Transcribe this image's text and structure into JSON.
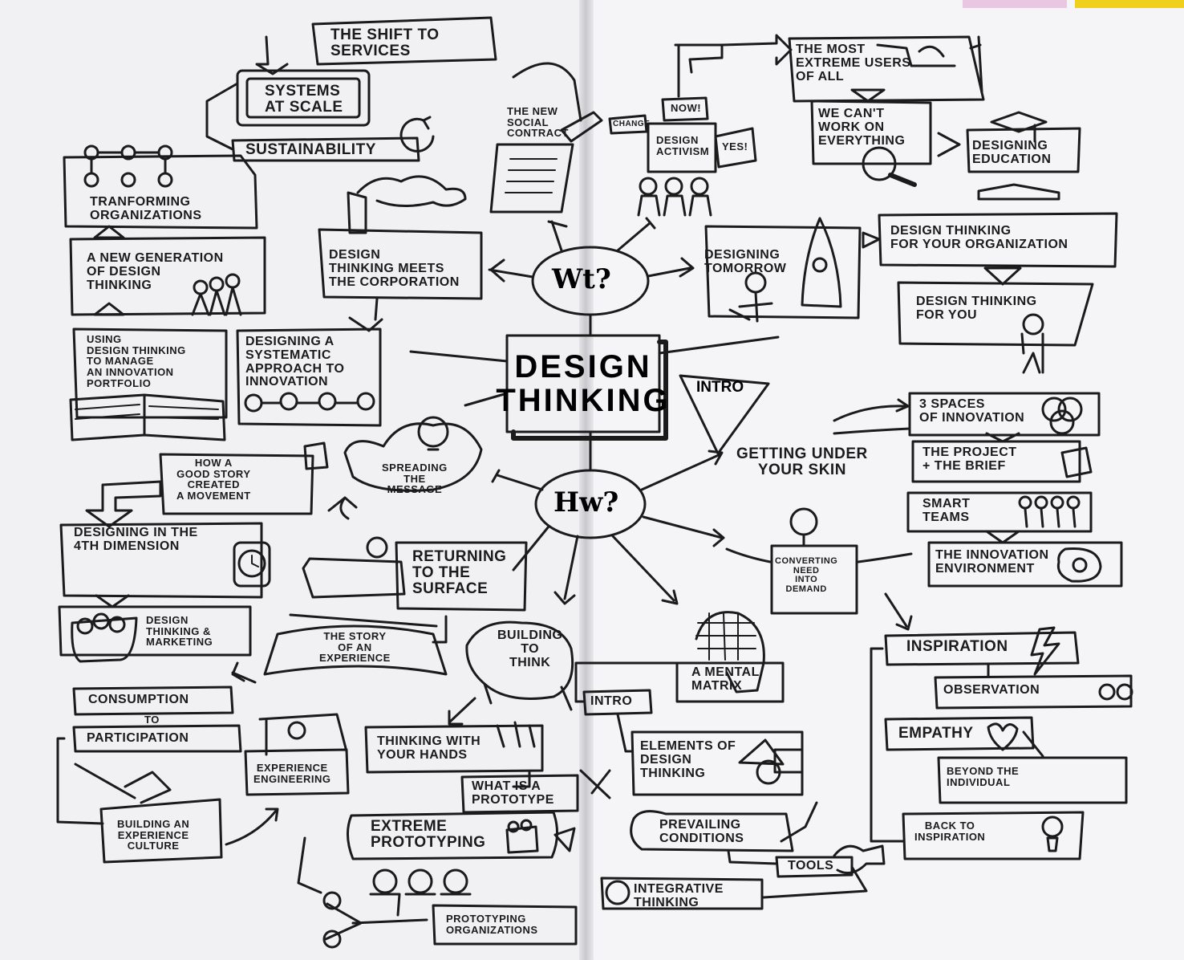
{
  "diagram": {
    "center": {
      "title": "DESIGN\nTHINKING"
    },
    "hubs": {
      "what": "Wt?",
      "how": "Hw?",
      "intro": "INTRO"
    },
    "nodes": {
      "shift_to_services": "THE SHIFT TO\nSERVICES",
      "systems_at_scale": "SYSTEMS\nAT SCALE",
      "sustainability": "SUSTAINABILITY",
      "transforming_organizations": "TRANFORMING\nORGANIZATIONS",
      "new_generation": "A NEW GENERATION\nOF DESIGN\nTHINKING",
      "new_social_contract": "THE NEW\nSOCIAL\nCONTRACT",
      "design_activism": "DESIGN\nACTIVISM",
      "sign_change": "CHANGE",
      "sign_now": "NOW!",
      "sign_yes": "YES!",
      "most_extreme_users": "THE MOST\nEXTREME USERS\nOF ALL",
      "cant_work_on_everything": "WE CAN'T\nWORK ON\nEVERYTHING",
      "designing_education": "DESIGNING\nEDUCATION",
      "dt_meets_corporation": "DESIGN\nTHINKING MEETS\nTHE CORPORATION",
      "designing_tomorrow": "DESIGNING\nTOMORROW",
      "dt_for_organization": "DESIGN THINKING\nFOR YOUR ORGANIZATION",
      "dt_for_you": "DESIGN THINKING\nFOR YOU",
      "using_dt_portfolio": "USING\nDESIGN THINKING\nTO MANAGE\nAN INNOVATION\nPORTFOLIO",
      "systematic_approach": "DESIGNING A\nSYSTEMATIC\nAPPROACH TO\nINNOVATION",
      "spreading_message": "SPREADING\nTHE\nMESSAGE",
      "good_story": "HOW A\nGOOD STORY\nCREATED\nA MOVEMENT",
      "getting_under_skin": "GETTING UNDER\nYOUR SKIN",
      "three_spaces": "3 SPACES\nOF INNOVATION",
      "project_brief": "THE PROJECT\n+ THE BRIEF",
      "smart_teams": "SMART\nTEAMS",
      "innovation_environment": "THE INNOVATION\nENVIRONMENT",
      "fourth_dimension": "DESIGNING IN THE\n4TH DIMENSION",
      "returning_surface": "RETURNING\nTO THE\nSURFACE",
      "dt_marketing": "DESIGN\nTHINKING &\nMARKETING",
      "converting_need": "CONVERTING\nNEED\nINTO\nDEMAND",
      "story_of_experience": "THE STORY\nOF AN\nEXPERIENCE",
      "building_to_think": "BUILDING\nTO\nTHINK",
      "mental_matrix": "A MENTAL\nMATRIX",
      "inspiration": "INSPIRATION",
      "consumption": "CONSUMPTION",
      "to": "TO",
      "participation": "PARTICIPATION",
      "intro_small": "INTRO",
      "observation": "OBSERVATION",
      "experience_engineering": "EXPERIENCE\nENGINEERING",
      "thinking_with_hands": "THINKING WITH\nYOUR HANDS",
      "what_is_prototype": "WHAT IS A\nPROTOTYPE",
      "elements_dt": "ELEMENTS OF\nDESIGN\nTHINKING",
      "empathy": "EMPATHY",
      "beyond_individual": "BEYOND THE\nINDIVIDUAL",
      "building_culture": "BUILDING AN\nEXPERIENCE\nCULTURE",
      "extreme_prototyping": "EXTREME\nPROTOTYPING",
      "prevailing_conditions": "PREVAILING\nCONDITIONS",
      "back_to_inspiration": "BACK TO\nINSPIRATION",
      "tools": "TOOLS",
      "integrative_thinking": "INTEGRATIVE\nTHINKING",
      "prototyping_organizations": "PROTOTYPING\nORGANIZATIONS"
    }
  },
  "colors": {
    "ink": "#1b1b1b",
    "paper": "#f3f2f4",
    "accent_yellow": "#f1cf1d",
    "accent_pink": "#e9c7e3"
  }
}
